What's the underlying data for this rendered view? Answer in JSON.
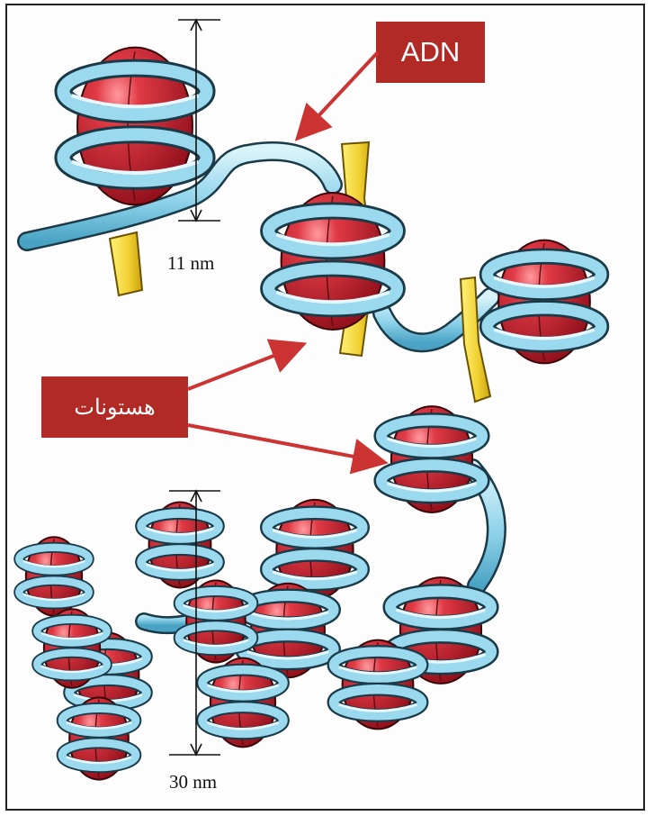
{
  "labels": {
    "dna": "ADN",
    "histones": "هستونات"
  },
  "measurements": {
    "nucleosome_width": "11 nm",
    "fiber_width": "30 nm"
  },
  "colors": {
    "histone_red": "#d42a35",
    "dna_blue": "#8fd3ea",
    "linker_yellow": "#f0d23a",
    "label_bg": "#b22a26",
    "arrow_red": "#cc3333"
  }
}
